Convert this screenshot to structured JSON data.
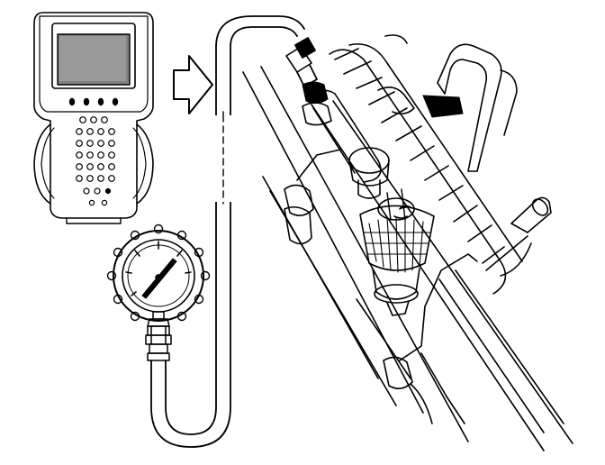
{
  "illustration": {
    "components": [
      {
        "id": "scan-tool",
        "icon": "handheld-scan-tool"
      },
      {
        "id": "connect-arrow",
        "icon": "arrow-right-icon"
      },
      {
        "id": "pressure-gauge",
        "icon": "pressure-gauge"
      },
      {
        "id": "gauge-hose",
        "icon": "hose"
      },
      {
        "id": "fuel-rail",
        "icon": "fuel-rail"
      },
      {
        "id": "test-port",
        "icon": "schrader-valve-port"
      }
    ],
    "colors": {
      "line": "#000000",
      "screen": "#808080",
      "background": "#ffffff"
    }
  }
}
